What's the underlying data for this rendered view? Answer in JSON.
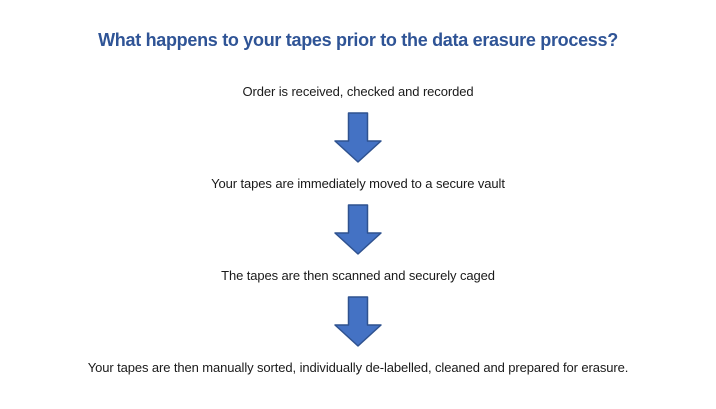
{
  "title": {
    "text": "What happens to your tapes prior to the data erasure process?",
    "color": "#2F5496"
  },
  "steps": [
    {
      "label": "Order is received, checked and recorded"
    },
    {
      "label": "Your tapes are immediately moved to a secure vault"
    },
    {
      "label": "The tapes are then scanned and securely caged"
    },
    {
      "label": "Your tapes are then manually sorted, individually de-labelled, cleaned and prepared for erasure."
    }
  ],
  "arrow": {
    "fill": "#4472C4",
    "border": "#2F528F"
  }
}
